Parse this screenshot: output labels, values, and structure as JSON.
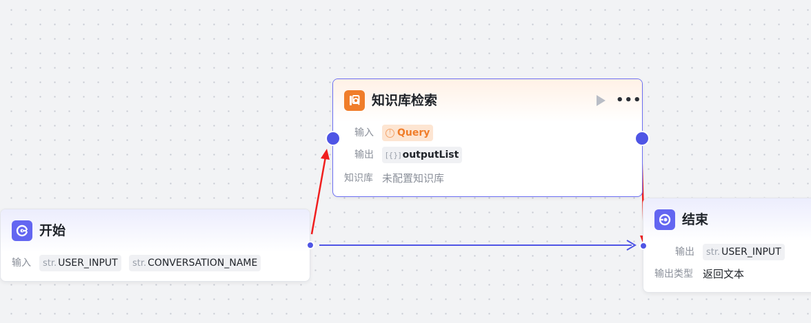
{
  "nodes": {
    "start": {
      "title": "开始",
      "input_label": "输入",
      "inputs": [
        {
          "type": "str.",
          "name": "USER_INPUT"
        },
        {
          "type": "str.",
          "name": "CONVERSATION_NAME"
        }
      ]
    },
    "knowledge": {
      "title": "知识库检索",
      "input_label": "输入",
      "input_warn": "Query",
      "output_label": "输出",
      "output_type": "[{}]",
      "output_name": "outputList",
      "kb_label": "知识库",
      "kb_value": "未配置知识库"
    },
    "end": {
      "title": "结束",
      "output_label": "输出",
      "output_type": "str.",
      "output_name": "USER_INPUT",
      "output_kind_label": "输出类型",
      "output_kind_value": "返回文本"
    }
  },
  "colors": {
    "accent": "#4f55e5",
    "annotation_arrow": "#f01e1e",
    "warning": "#f07d2a"
  },
  "icons": {
    "start": "start-node-icon",
    "knowledge": "knowledge-base-icon",
    "end": "end-node-icon",
    "run": "play-icon",
    "more": "more-dots-icon"
  }
}
